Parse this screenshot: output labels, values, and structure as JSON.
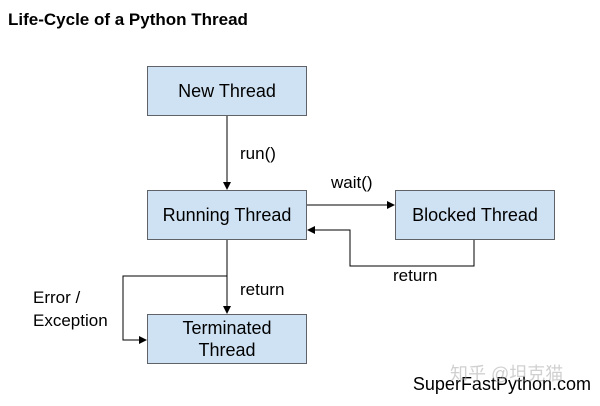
{
  "diagram": {
    "title": "Life-Cycle of a Python Thread",
    "nodes": {
      "new_thread": "New Thread",
      "running_thread": "Running Thread",
      "blocked_thread": "Blocked Thread",
      "terminated_thread": [
        "Terminated",
        "Thread"
      ]
    },
    "edges": {
      "run": "run()",
      "wait": "wait()",
      "return_blocked": "return",
      "return_running": "return",
      "error": [
        "Error /",
        "Exception"
      ]
    },
    "credit": "SuperFastPython.com",
    "watermark": "知乎 @坦克猫"
  }
}
